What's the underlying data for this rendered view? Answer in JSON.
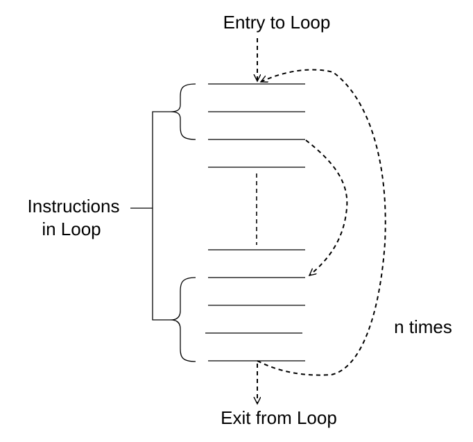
{
  "diagram": {
    "entry_label": "Entry to Loop",
    "exit_label": "Exit from Loop",
    "group_label_line1": "Instructions",
    "group_label_line2": "in Loop",
    "repeat_label": "n times",
    "instruction_count_top": 4,
    "instruction_count_bottom": 4,
    "colors": {
      "line": "#000000",
      "background": "#ffffff"
    }
  }
}
